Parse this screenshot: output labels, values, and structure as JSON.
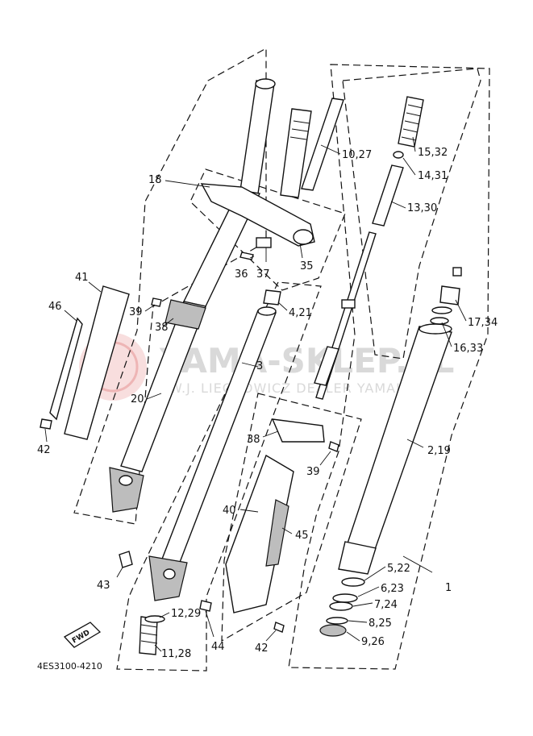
{
  "diagram_code": "4ES3100-4210",
  "watermark": {
    "title": "YAMA-SKLEP.PL",
    "subtitle": "W.J. LIECHOWICZ DEALER YAMAHA"
  },
  "fwd_badge": "FWD",
  "callouts": [
    {
      "id": "c1",
      "text": "1"
    },
    {
      "id": "c2_19",
      "text": "2,19"
    },
    {
      "id": "c3",
      "text": "3"
    },
    {
      "id": "c4_21",
      "text": "4,21"
    },
    {
      "id": "c5_22",
      "text": "5,22"
    },
    {
      "id": "c6_23",
      "text": "6,23"
    },
    {
      "id": "c7_24",
      "text": "7,24"
    },
    {
      "id": "c8_25",
      "text": "8,25"
    },
    {
      "id": "c9_26",
      "text": "9,26"
    },
    {
      "id": "c10_27",
      "text": "10,27"
    },
    {
      "id": "c11_28",
      "text": "11,28"
    },
    {
      "id": "c12_29",
      "text": "12,29"
    },
    {
      "id": "c13_30",
      "text": "13,30"
    },
    {
      "id": "c14_31",
      "text": "14,31"
    },
    {
      "id": "c15_32",
      "text": "15,32"
    },
    {
      "id": "c16_33",
      "text": "16,33"
    },
    {
      "id": "c17_34",
      "text": "17,34"
    },
    {
      "id": "c18",
      "text": "18"
    },
    {
      "id": "c20",
      "text": "20"
    },
    {
      "id": "c35",
      "text": "35"
    },
    {
      "id": "c36",
      "text": "36"
    },
    {
      "id": "c37",
      "text": "37"
    },
    {
      "id": "c38a",
      "text": "38"
    },
    {
      "id": "c38b",
      "text": "38"
    },
    {
      "id": "c39a",
      "text": "39"
    },
    {
      "id": "c39b",
      "text": "39"
    },
    {
      "id": "c40",
      "text": "40"
    },
    {
      "id": "c41",
      "text": "41"
    },
    {
      "id": "c42a",
      "text": "42"
    },
    {
      "id": "c42b",
      "text": "42"
    },
    {
      "id": "c43",
      "text": "43"
    },
    {
      "id": "c44",
      "text": "44"
    },
    {
      "id": "c45",
      "text": "45"
    },
    {
      "id": "c46",
      "text": "46"
    }
  ]
}
